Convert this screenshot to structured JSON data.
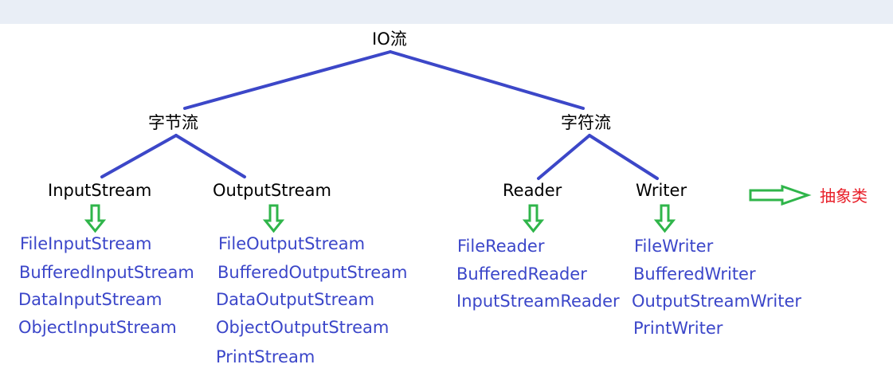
{
  "colors": {
    "line": "#3c47c8",
    "arrow": "#2fb54a",
    "class_text": "#3b46c9",
    "abstract_text": "#e8202a",
    "node_text": "#000000"
  },
  "tree": {
    "root": "IO流",
    "byte_stream": "字节流",
    "char_stream": "字符流",
    "input_stream": "InputStream",
    "output_stream": "OutputStream",
    "reader": "Reader",
    "writer": "Writer"
  },
  "legend": {
    "arrow_icon": "hollow-right-arrow",
    "label": "抽象类"
  },
  "classes": {
    "input_stream": [
      "FileInputStream",
      "BufferedInputStream",
      "DataInputStream",
      "ObjectInputStream"
    ],
    "output_stream": [
      "FileOutputStream",
      "BufferedOutputStream",
      "DataOutputStream",
      "ObjectOutputStream",
      "PrintStream"
    ],
    "reader": [
      "FileReader",
      "BufferedReader",
      "InputStreamReader"
    ],
    "writer": [
      "FileWriter",
      "BufferedWriter",
      "OutputStreamWriter",
      "PrintWriter"
    ]
  }
}
